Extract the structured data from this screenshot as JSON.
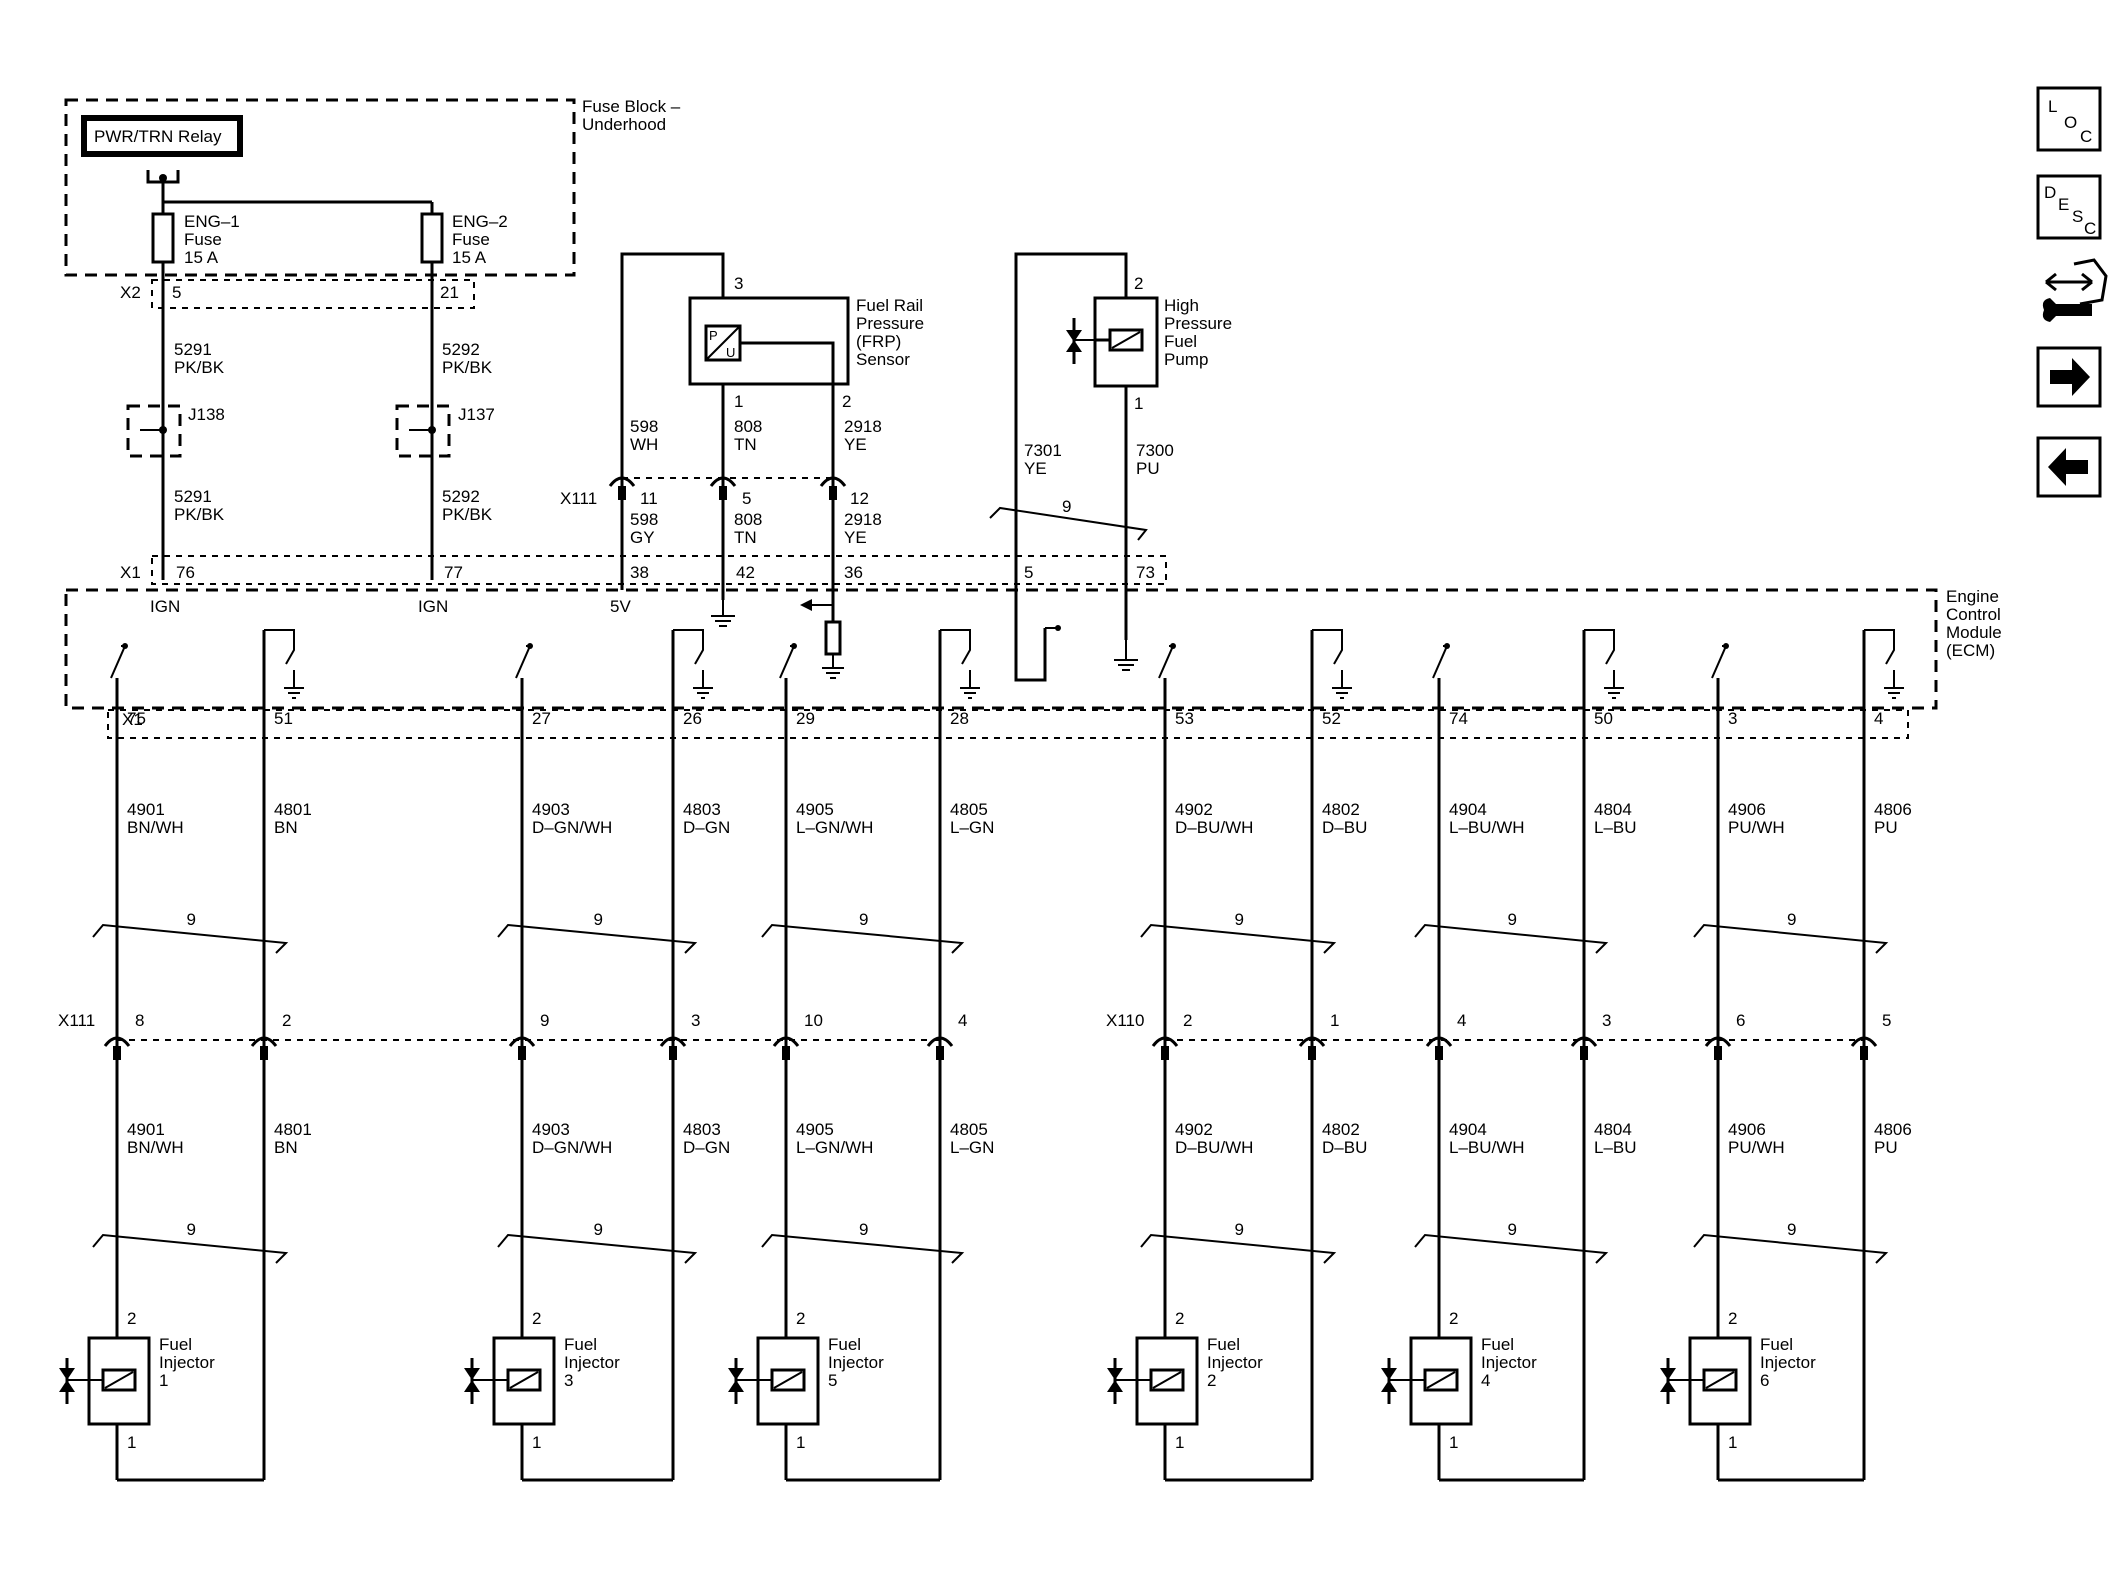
{
  "fuse_block": {
    "title_line1": "Fuse Block –",
    "title_line2": "Underhood",
    "relay_label": "PWR/TRN Relay",
    "connector": "X2",
    "fuses": [
      {
        "name": "ENG–1",
        "type": "Fuse",
        "rating": "15 A",
        "pin": "5"
      },
      {
        "name": "ENG–2",
        "type": "Fuse",
        "rating": "15 A",
        "pin": "21"
      }
    ]
  },
  "splices": [
    {
      "id": "J138",
      "circuit": "5291",
      "color": "PK/BK"
    },
    {
      "id": "J137",
      "circuit": "5292",
      "color": "PK/BK"
    }
  ],
  "frp_sensor": {
    "label": [
      "Fuel Rail",
      "Pressure",
      "(FRP)",
      "Sensor"
    ],
    "pins": [
      "3",
      "1",
      "2"
    ],
    "wires": [
      {
        "circuit": "598",
        "color": "WH"
      },
      {
        "circuit": "808",
        "color": "TN"
      },
      {
        "circuit": "2918",
        "color": "YE"
      }
    ],
    "symbol_p": "P",
    "symbol_u": "U"
  },
  "x111_upper": {
    "connector": "X111",
    "pins": [
      "11",
      "5",
      "12"
    ],
    "wires": [
      {
        "circuit": "598",
        "color": "GY"
      },
      {
        "circuit": "808",
        "color": "TN"
      },
      {
        "circuit": "2918",
        "color": "YE"
      }
    ]
  },
  "hp_pump": {
    "label": [
      "High",
      "Pressure",
      "Fuel",
      "Pump"
    ],
    "pins": [
      "2",
      "1"
    ],
    "wires": [
      {
        "circuit": "7301",
        "color": "YE"
      },
      {
        "circuit": "7300",
        "color": "PU"
      }
    ],
    "twist": "9"
  },
  "ecm": {
    "label": [
      "Engine",
      "Control",
      "Module",
      "(ECM)"
    ],
    "connector": "X1",
    "top_pins": [
      "76",
      "77",
      "38",
      "42",
      "36",
      "5",
      "73"
    ],
    "top_functions": [
      "IGN",
      "IGN",
      "5V"
    ],
    "bottom_pins": [
      "75",
      "51",
      "27",
      "26",
      "29",
      "28",
      "53",
      "52",
      "74",
      "50",
      "3",
      "4"
    ]
  },
  "injector_wires": [
    {
      "circuit": "4901",
      "color": "BN/WH"
    },
    {
      "circuit": "4801",
      "color": "BN"
    },
    {
      "circuit": "4903",
      "color": "D–GN/WH"
    },
    {
      "circuit": "4803",
      "color": "D–GN"
    },
    {
      "circuit": "4905",
      "color": "L–GN/WH"
    },
    {
      "circuit": "4805",
      "color": "L–GN"
    },
    {
      "circuit": "4902",
      "color": "D–BU/WH"
    },
    {
      "circuit": "4802",
      "color": "D–BU"
    },
    {
      "circuit": "4904",
      "color": "L–BU/WH"
    },
    {
      "circuit": "4804",
      "color": "L–BU"
    },
    {
      "circuit": "4906",
      "color": "PU/WH"
    },
    {
      "circuit": "4806",
      "color": "PU"
    }
  ],
  "twist_label": "9",
  "connectors_lower": {
    "x111": {
      "name": "X111",
      "pins": [
        "8",
        "2",
        "9",
        "3",
        "10",
        "4"
      ]
    },
    "x110": {
      "name": "X110",
      "pins": [
        "2",
        "1",
        "4",
        "3",
        "6",
        "5"
      ]
    }
  },
  "injectors": [
    {
      "line1": "Fuel",
      "line2": "Injector",
      "num": "1",
      "pin_top": "2",
      "pin_bottom": "1"
    },
    {
      "line1": "Fuel",
      "line2": "Injector",
      "num": "3",
      "pin_top": "2",
      "pin_bottom": "1"
    },
    {
      "line1": "Fuel",
      "line2": "Injector",
      "num": "5",
      "pin_top": "2",
      "pin_bottom": "1"
    },
    {
      "line1": "Fuel",
      "line2": "Injector",
      "num": "2",
      "pin_top": "2",
      "pin_bottom": "1"
    },
    {
      "line1": "Fuel",
      "line2": "Injector",
      "num": "4",
      "pin_top": "2",
      "pin_bottom": "1"
    },
    {
      "line1": "Fuel",
      "line2": "Injector",
      "num": "6",
      "pin_top": "2",
      "pin_bottom": "1"
    }
  ],
  "nav": {
    "loc": {
      "a": "L",
      "b": "O",
      "c": "C"
    },
    "desc": {
      "a": "D",
      "b": "E",
      "c": "S",
      "d": "C"
    },
    "service_icon": "connector-service-icon",
    "next_icon": "arrow-right-icon",
    "prev_icon": "arrow-left-icon"
  }
}
